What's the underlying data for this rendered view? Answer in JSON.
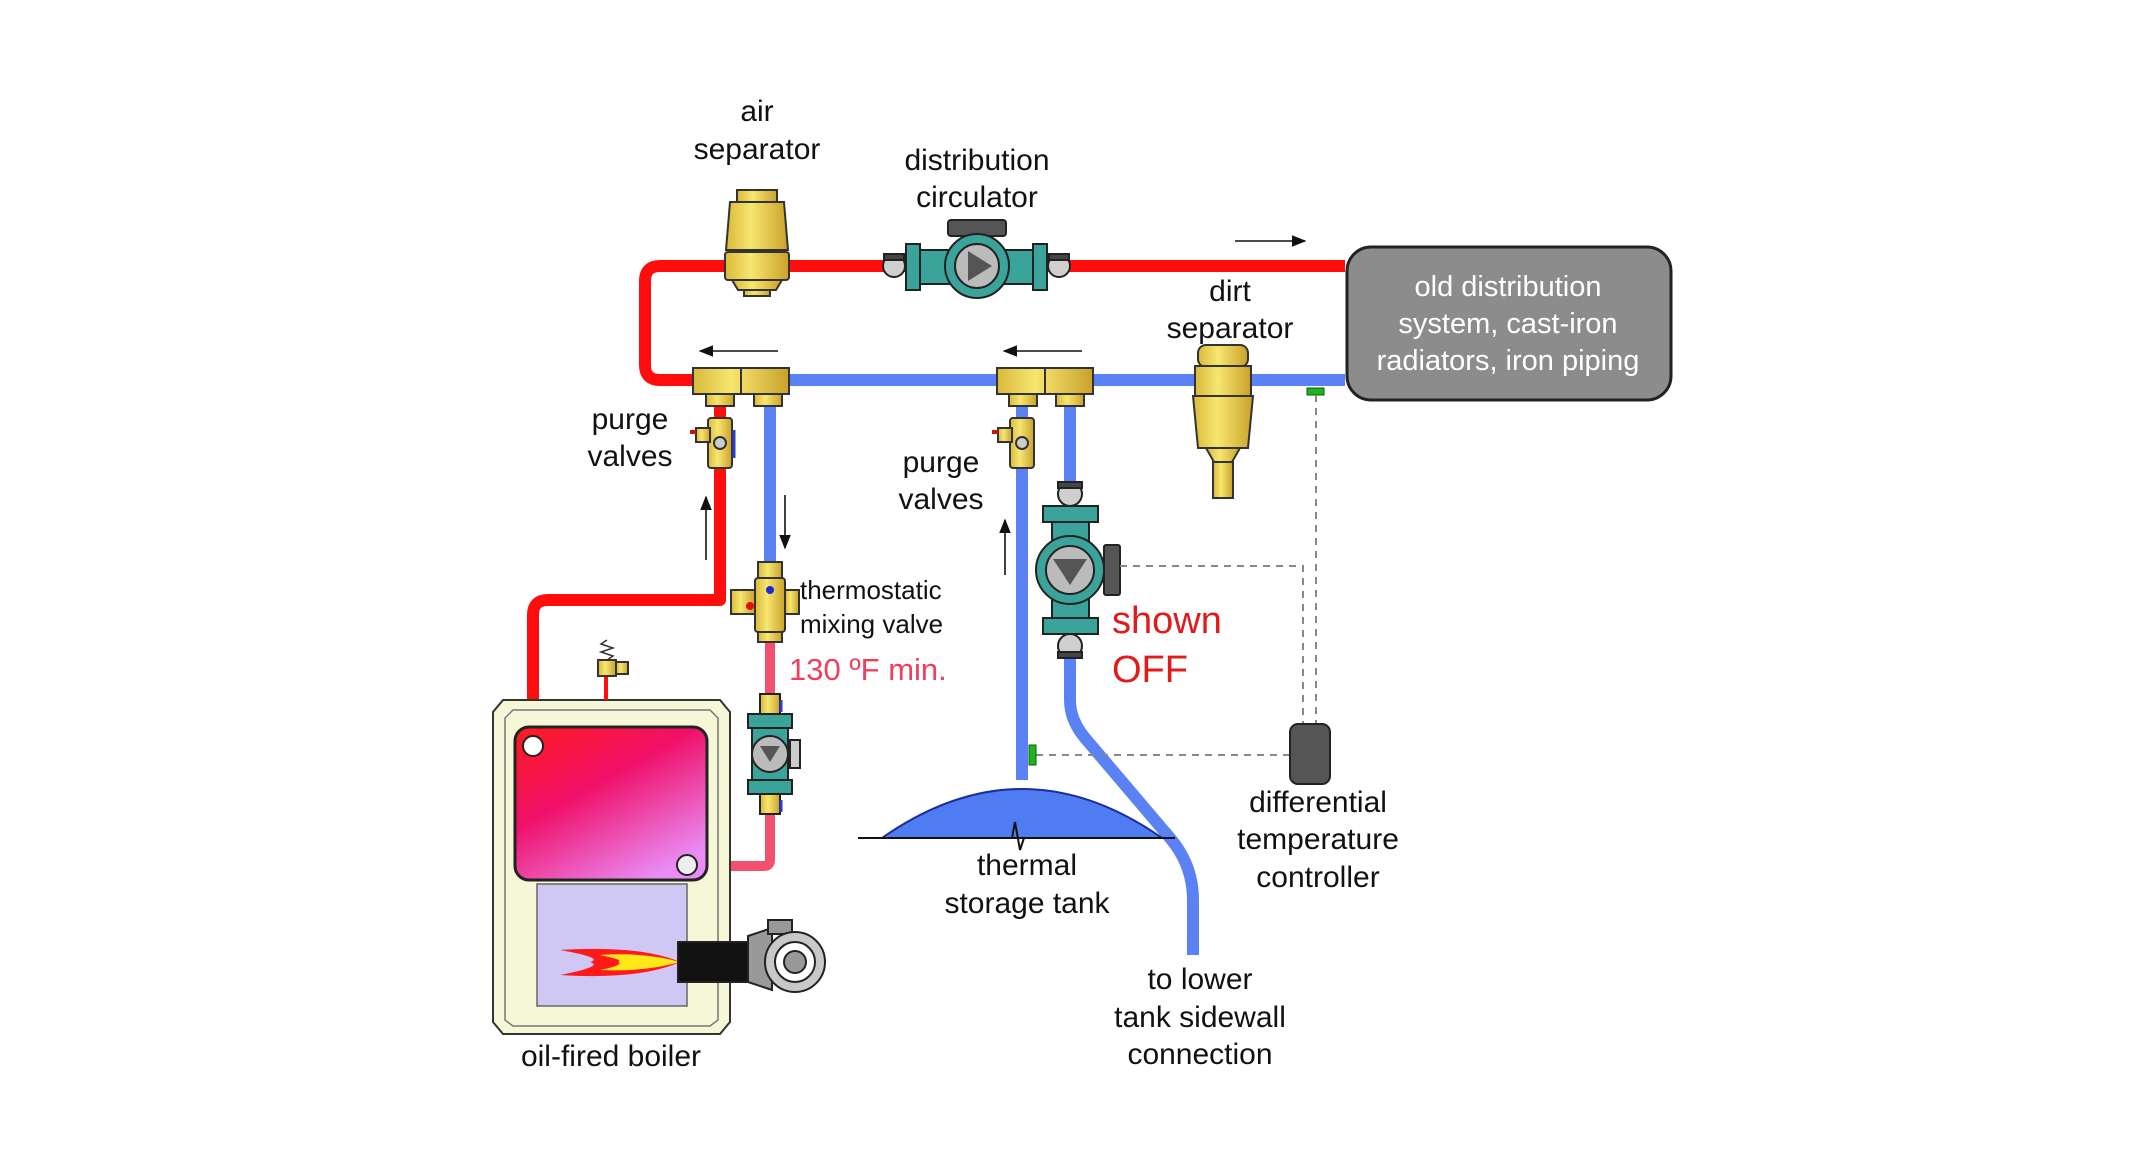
{
  "labels": {
    "air_separator": [
      "air",
      "separator"
    ],
    "distribution_circulator": [
      "distribution",
      "circulator"
    ],
    "dirt_separator": [
      "dirt",
      "separator"
    ],
    "old_distribution": [
      "old distribution",
      "system, cast-iron",
      "radiators, iron piping"
    ],
    "purge_valves_left": [
      "purge",
      "valves"
    ],
    "purge_valves_right": [
      "purge",
      "valves"
    ],
    "thermostatic_mixing_valve": [
      "thermostatic",
      "mixing valve"
    ],
    "min_temp": "130 ºF min.",
    "shown_off": [
      "shown",
      "OFF"
    ],
    "differential_controller": [
      "differential",
      "temperature",
      "controller"
    ],
    "thermal_storage_tank": [
      "thermal",
      "storage tank"
    ],
    "to_lower_tank": [
      "to lower",
      "tank sidewall",
      "connection"
    ],
    "oil_fired_boiler": "oil-fired boiler"
  },
  "colors": {
    "supply_hot": "#ff0d0d",
    "return_cool": "#5b82f5",
    "boiler_return": "#f2506c",
    "brass": "#f2dc55",
    "circulator_body": "#3aa39a",
    "box_gray": "#8c8c8c",
    "tank_blue": "#4f7cf0"
  }
}
